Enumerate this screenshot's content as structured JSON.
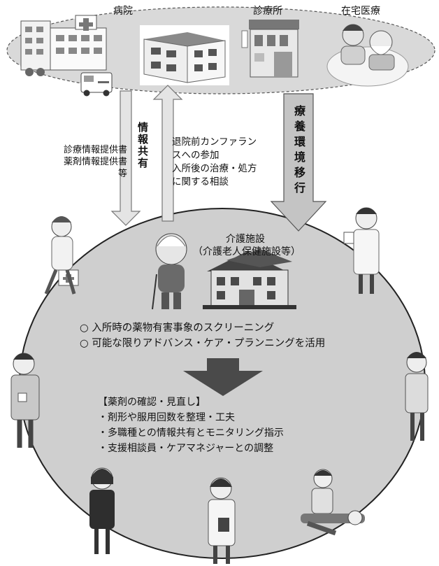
{
  "top": {
    "hospital_label": "病院",
    "clinic_label": "診療所",
    "home_care_label": "在宅医療"
  },
  "arrows": {
    "info_share": "情報共有",
    "left_notes": [
      "診療情報提供書",
      "薬剤情報提供書",
      "等"
    ],
    "right_notes": [
      "退院前カンファラン",
      "スへの参加",
      "入所後の治療・処方",
      "に関する相談"
    ],
    "transition": "療養環境移行"
  },
  "facility": {
    "title": "介護施設",
    "subtitle": "（介護老人保健施設等）"
  },
  "points": [
    "○ 入所時の薬物有害事象のスクリーニング",
    "○ 可能な限りアドバンス・ケア・プランニングを活用"
  ],
  "review": {
    "heading": "【薬剤の確認・見直し】",
    "items": [
      "・剤形や服用回数を整理・工夫",
      "・多職種との情報共有とモニタリング指示",
      "・支援相談員・ケアマネジャーとの調整"
    ]
  },
  "colors": {
    "top_ellipse": "#d9d9d9",
    "bottom_ellipse": "#cccccc",
    "arrow_fill": "#d6d6d6"
  }
}
